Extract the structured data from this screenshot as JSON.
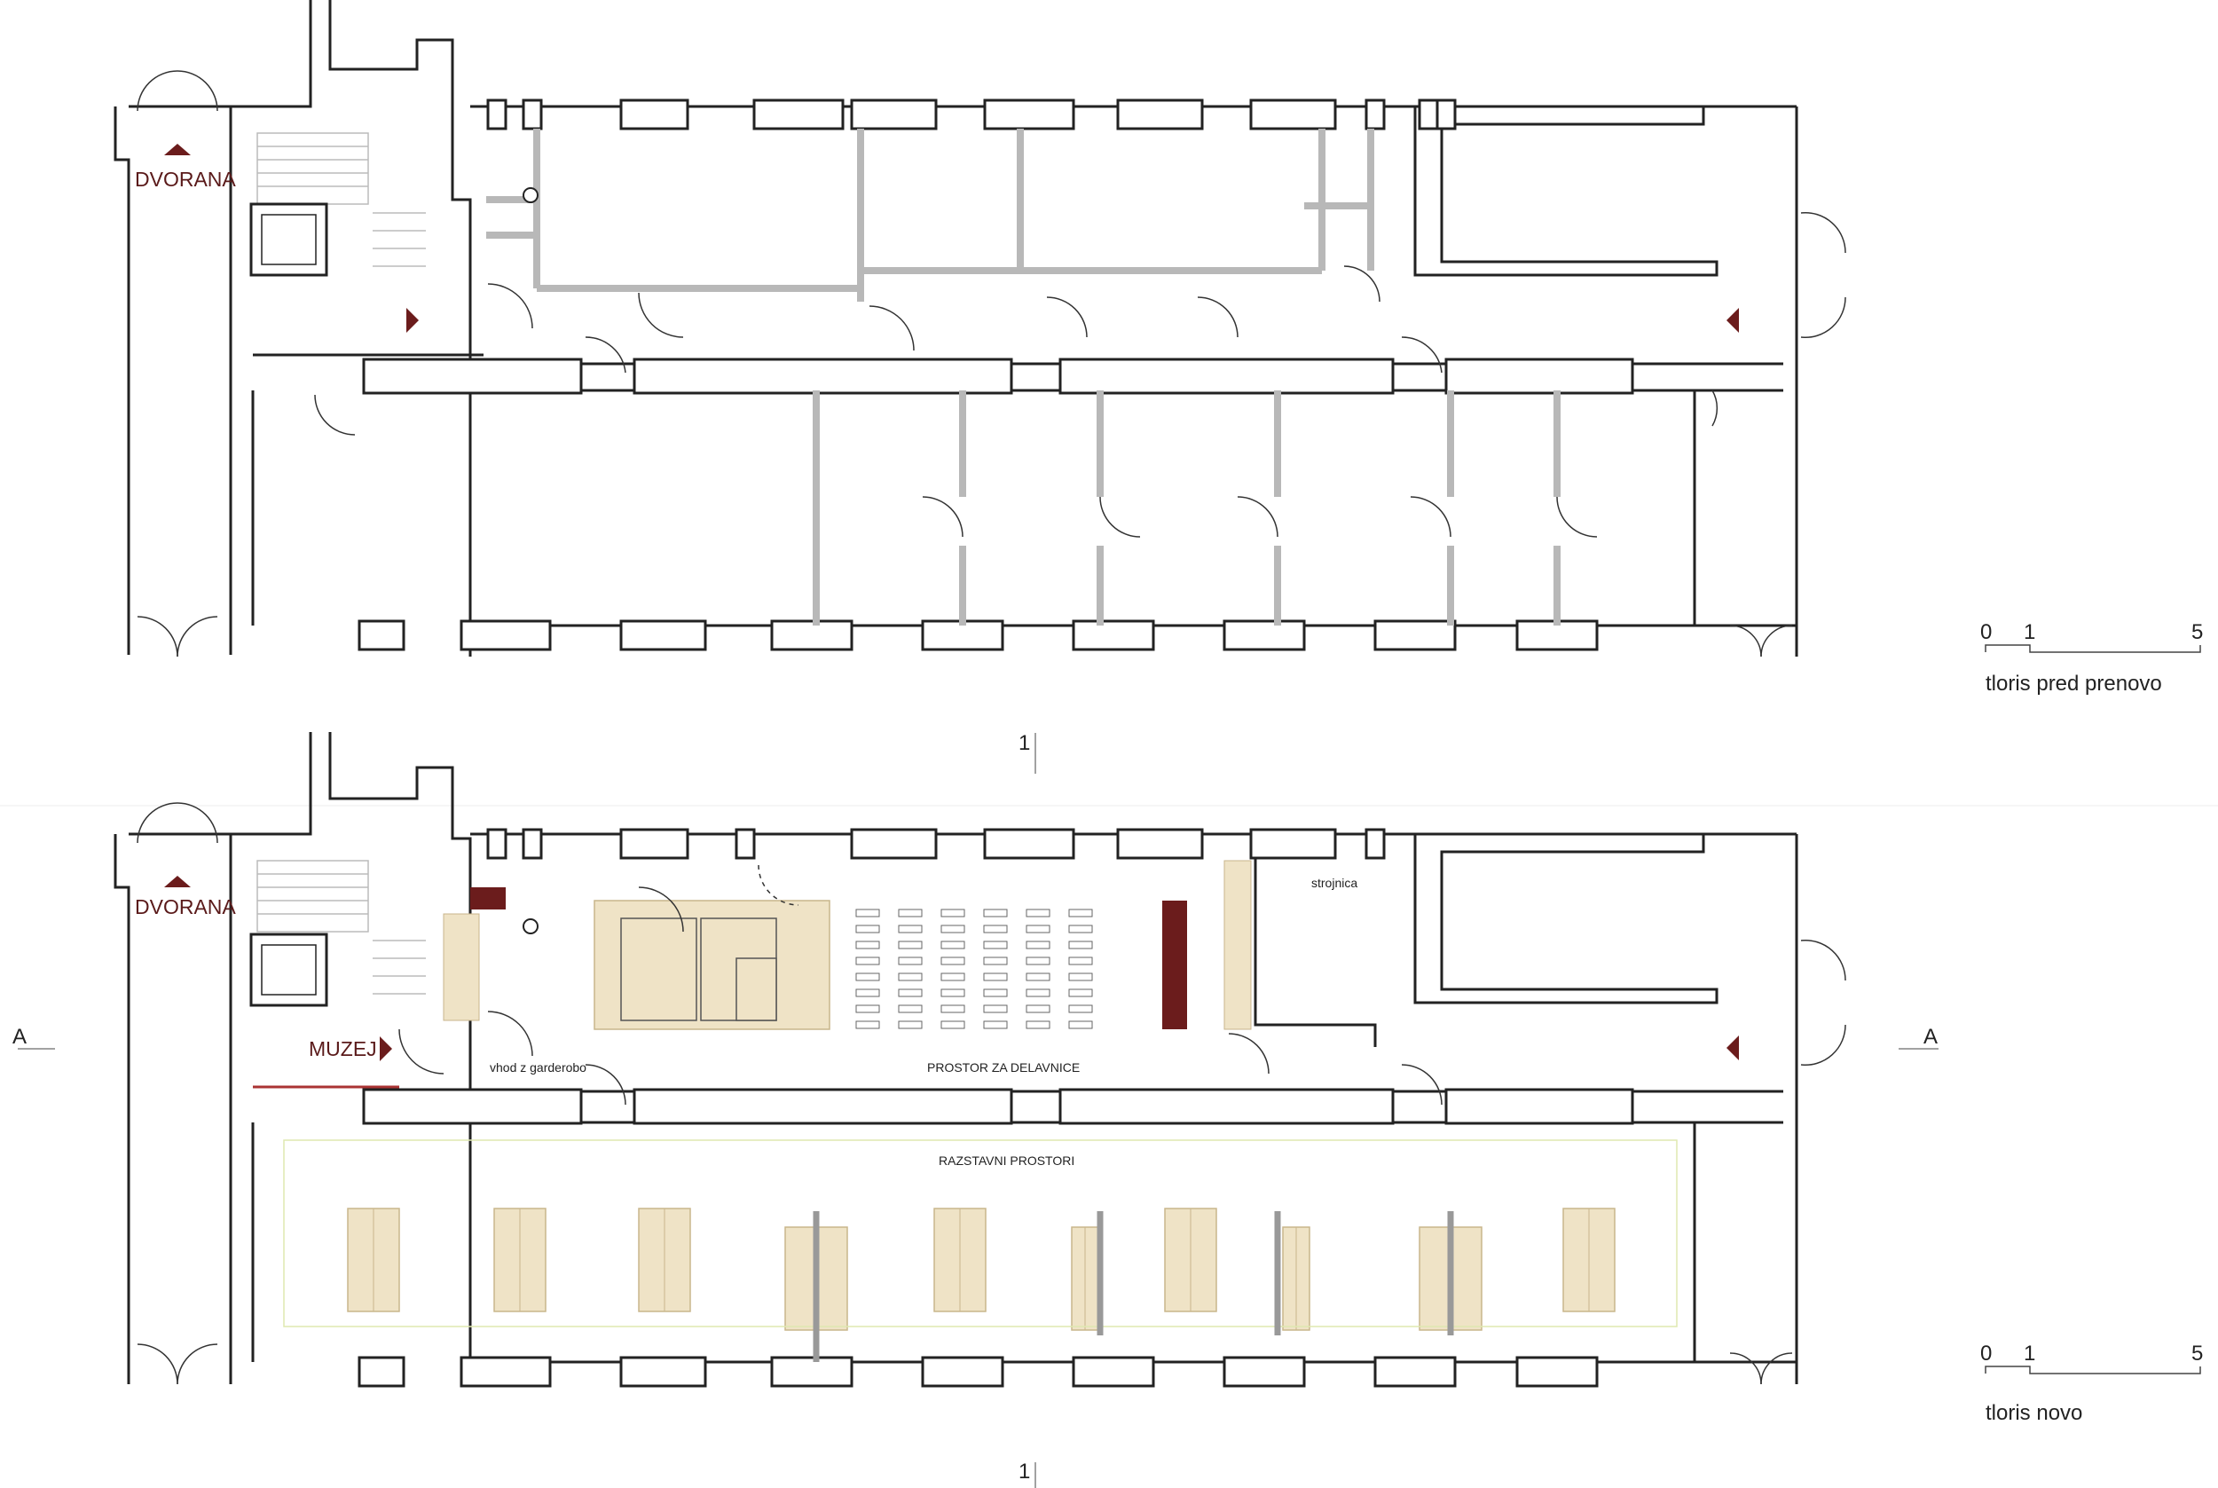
{
  "plan_before": {
    "labels": {
      "hall": "DVORANA"
    },
    "scale": {
      "ticks": [
        "0",
        "1",
        "5"
      ],
      "caption": "tloris pred prenovo"
    },
    "section_mark": "1"
  },
  "plan_after": {
    "labels": {
      "hall": "DVORANA",
      "museum": "MUZEJ",
      "cloakroom_entrance": "vhod z garderobo",
      "workshop_space": "PROSTOR ZA DELAVNICE",
      "exhibition_space": "RAZSTAVNI PROSTORI",
      "machine_room": "strojnica"
    },
    "section_marks": {
      "left": "A",
      "right": "A",
      "bottom": "1"
    },
    "scale": {
      "ticks": [
        "0",
        "1",
        "5"
      ],
      "caption": "tloris novo"
    }
  },
  "colors": {
    "wall": "#222222",
    "old_partition": "#b8b8b8",
    "accent": "#6b1c1c",
    "furniture": "#efe3c6",
    "furniture_edge": "#c9b68c",
    "exhibit_line": "#dfe8b0"
  }
}
